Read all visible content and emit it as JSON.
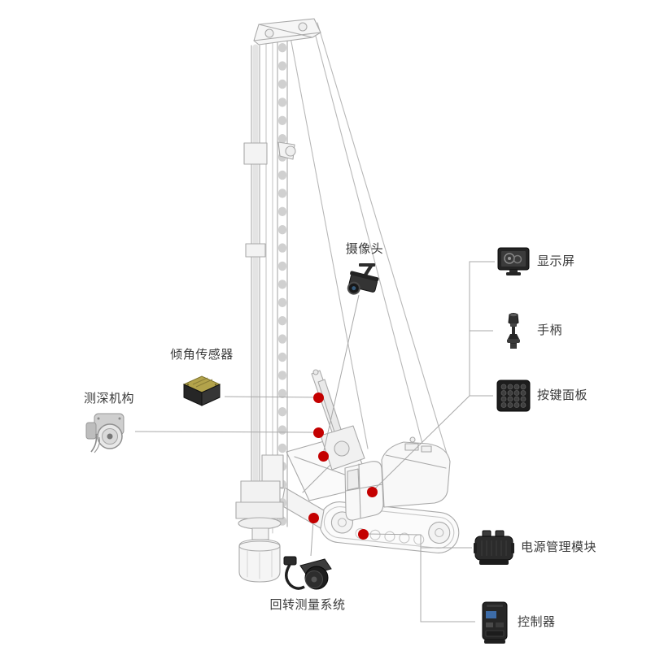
{
  "diagram": {
    "subject": "rotary-drilling-rig-electronics",
    "background": "#ffffff"
  },
  "colors": {
    "hotspot": "#c40000",
    "leader": "#a8a8a8",
    "machine": "#a9a9a9",
    "text": "#3a3a3a"
  },
  "components": {
    "camera": {
      "label": "摄像头"
    },
    "display": {
      "label": "显示屏"
    },
    "joystick": {
      "label": "手柄"
    },
    "keypad": {
      "label": "按键面板"
    },
    "tilt_sensor": {
      "label": "倾角传感器"
    },
    "depth_mechanism": {
      "label": "测深机构"
    },
    "rotary_system": {
      "label": "回转测量系统"
    },
    "power_module": {
      "label": "电源管理模块"
    },
    "controller": {
      "label": "控制器"
    }
  }
}
